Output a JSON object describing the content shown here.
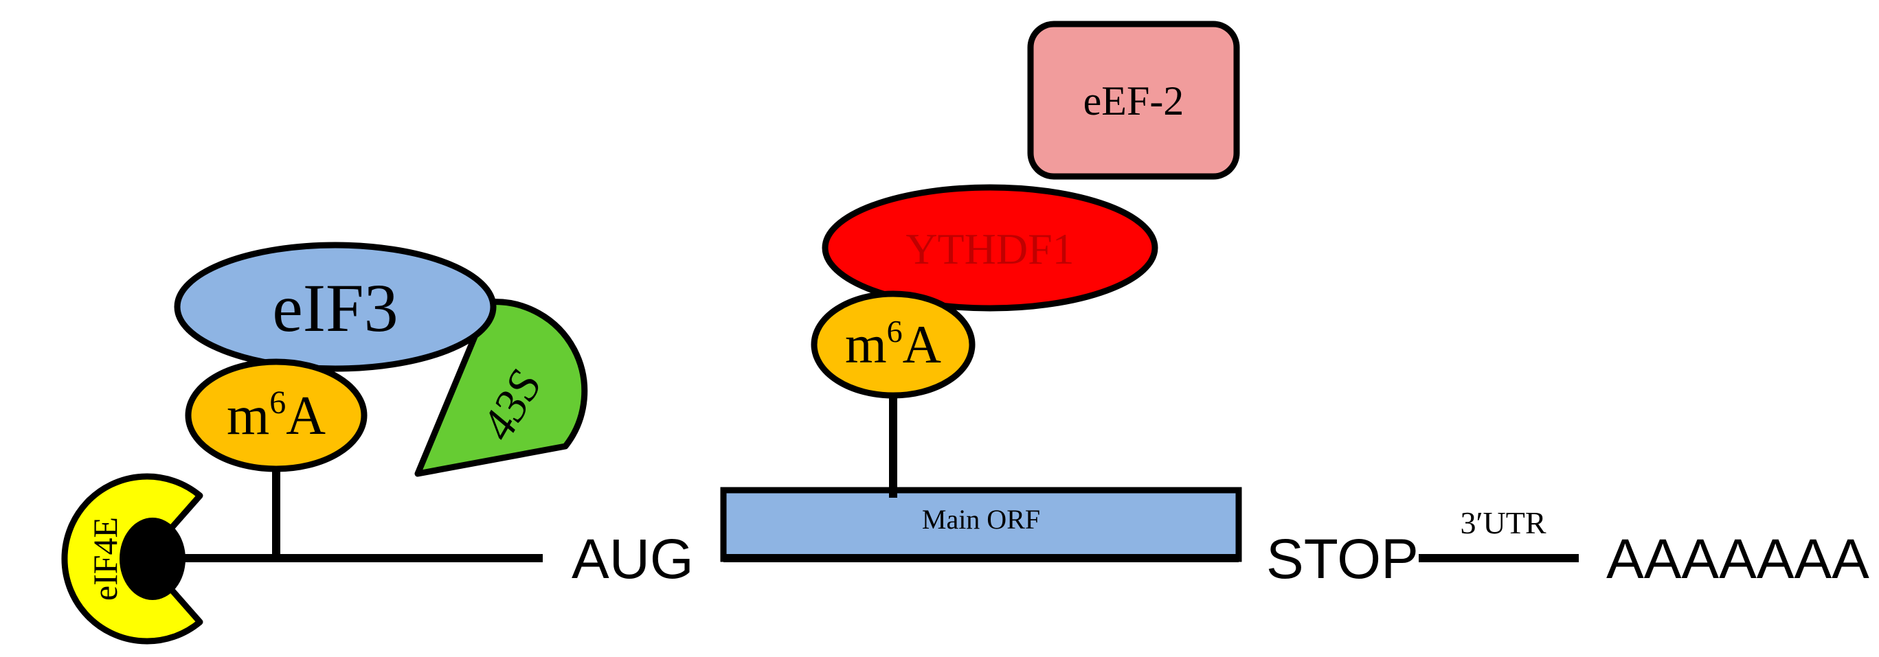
{
  "colors": {
    "stroke": "#000000",
    "background": "#ffffff",
    "eif4e_fill": "#ffff00",
    "cap_fill": "#000000",
    "m6a_fill": "#ffc000",
    "eif3_fill": "#8eb4e3",
    "orf_fill": "#8eb4e3",
    "s43_fill": "#66cc33",
    "ythdf1_fill": "#ff0000",
    "ythdf1_text": "#c00000",
    "eef2_fill": "#f19c9c"
  },
  "labels": {
    "eif4e": "eIF4E",
    "left_m6a_base": "m",
    "left_m6a_sup": "6",
    "left_m6a_tail": "A",
    "eif3": "eIF3",
    "s43": "43S",
    "aug": "AUG",
    "main_orf": "Main ORF",
    "right_m6a_base": "m",
    "right_m6a_sup": "6",
    "right_m6a_tail": "A",
    "ythdf1": "YTHDF1",
    "eef2": "eEF-2",
    "stop": "STOP",
    "utr3": "3′UTR",
    "polya": "AAAAAAA"
  }
}
